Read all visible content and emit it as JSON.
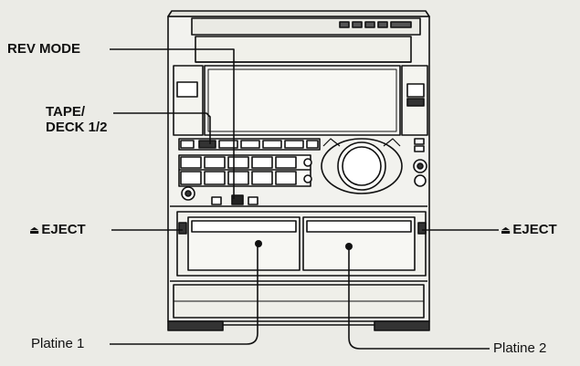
{
  "labels": {
    "rev_mode": "REV MODE",
    "tape_deck_line1": "TAPE/",
    "tape_deck_line2": "DECK 1/2",
    "eject_left": "EJECT",
    "eject_right": "EJECT",
    "platine1": "Platine 1",
    "platine2": "Platine 2"
  },
  "icons": {
    "eject": "eject-icon"
  },
  "colors": {
    "line": "#111111",
    "background": "#ebebe6",
    "device_fill": "#f2f2ee"
  }
}
